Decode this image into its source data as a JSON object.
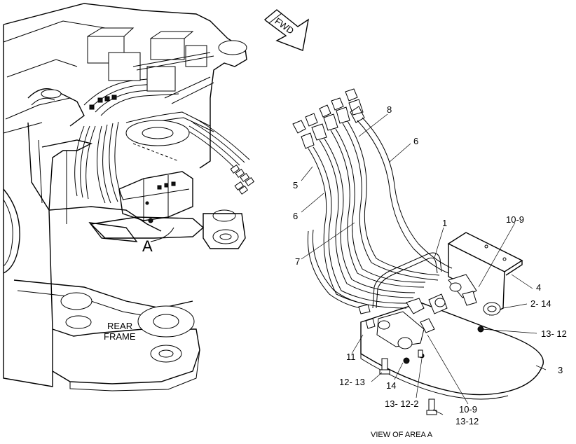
{
  "labels": {
    "fwd": "FWD",
    "area": "A",
    "rear_frame_1": "REAR",
    "rear_frame_2": "FRAME",
    "view_caption": "VIEW OF AREA A"
  },
  "callouts": {
    "c1": "1",
    "c3": "3",
    "c4": "4",
    "c5": "5",
    "c6a": "6",
    "c6b": "6",
    "c7": "7",
    "c8": "8",
    "c11": "11",
    "c14": "14",
    "c2_14": "2- 14",
    "c10_9a": "10-9",
    "c10_9b": "10-9",
    "c13_12a": "13- 12",
    "c13_12b": "13- 12-2",
    "c13_12c": "13-12",
    "c12_13": "12- 13"
  }
}
